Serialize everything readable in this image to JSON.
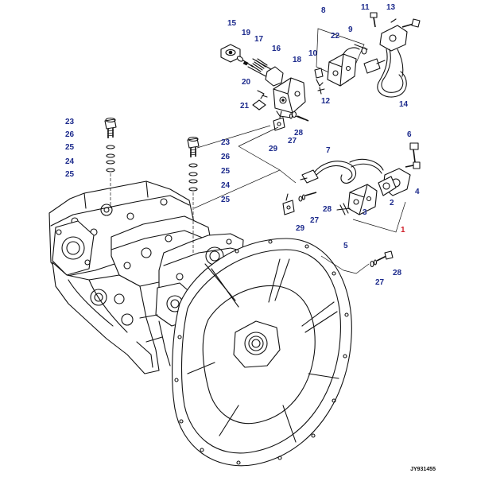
{
  "diagram": {
    "drawing_code": "JY931455",
    "callouts": [
      "15",
      "19",
      "17",
      "16",
      "18",
      "20",
      "21",
      "8",
      "11",
      "13",
      "9",
      "22",
      "10",
      "12",
      "14",
      "23",
      "26",
      "25",
      "24",
      "27",
      "28",
      "29",
      "6",
      "7",
      "2",
      "3",
      "4",
      "5",
      "1"
    ],
    "highlight_color": "#d0202a",
    "label_color": "#1c2a8c"
  }
}
